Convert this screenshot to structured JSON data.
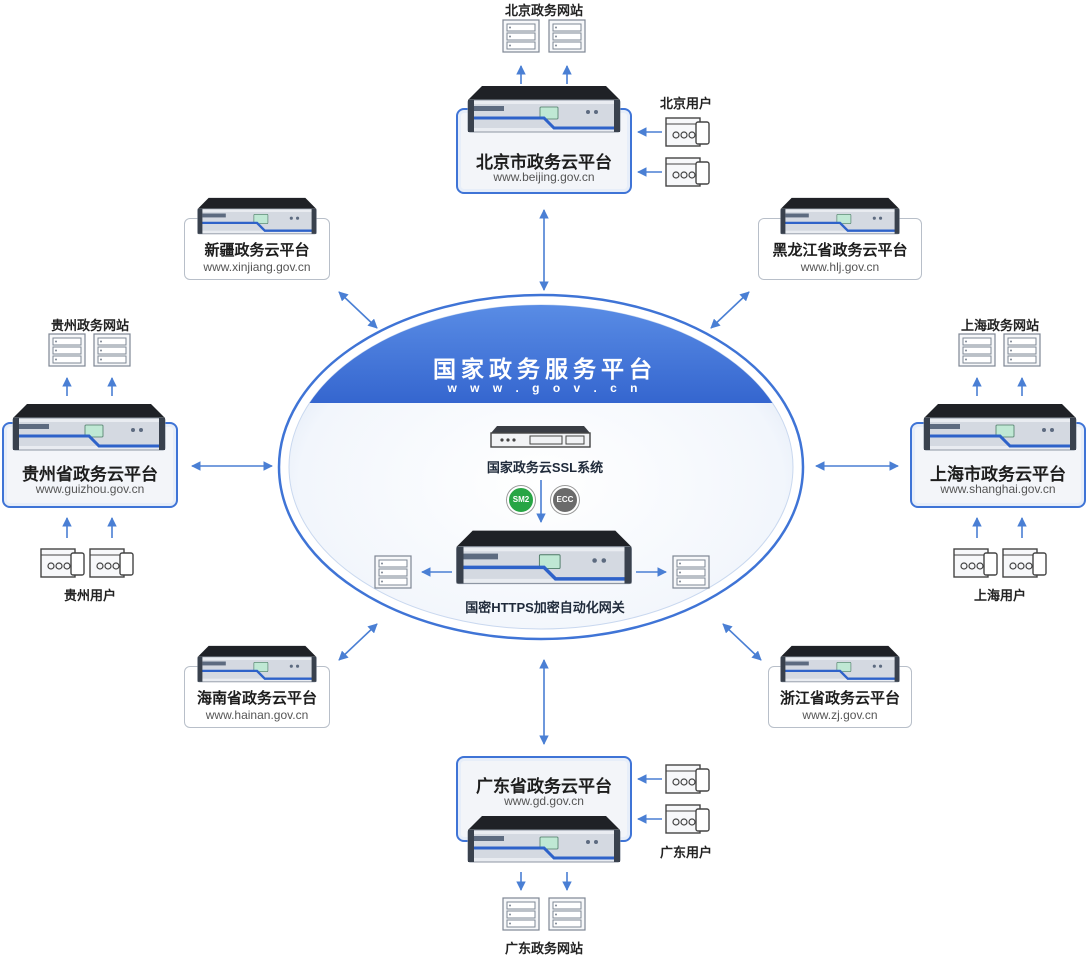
{
  "center": {
    "title": "国家政务服务平台",
    "url": "w w w . g o v . c n",
    "ssl_system": "国家政务云SSL系统",
    "gateway": "国密HTTPS加密自动化网关",
    "badges": [
      "SM2",
      "ECC"
    ]
  },
  "platforms": {
    "beijing": {
      "title": "北京市政务云平台",
      "url": "www.beijing.gov.cn",
      "sites": "北京政务网站",
      "users": "北京用户"
    },
    "guizhou": {
      "title": "贵州省政务云平台",
      "url": "www.guizhou.gov.cn",
      "sites": "贵州政务网站",
      "users": "贵州用户"
    },
    "shanghai": {
      "title": "上海市政务云平台",
      "url": "www.shanghai.gov.cn",
      "sites": "上海政务网站",
      "users": "上海用户"
    },
    "guangdong": {
      "title": "广东省政务云平台",
      "url": "www.gd.gov.cn",
      "sites": "广东政务网站",
      "users": "广东用户"
    },
    "xinjiang": {
      "title": "新疆政务云平台",
      "url": "www.xinjiang.gov.cn"
    },
    "heilongjiang": {
      "title": "黑龙江省政务云平台",
      "url": "www.hlj.gov.cn"
    },
    "hainan": {
      "title": "海南省政务云平台",
      "url": "www.hainan.gov.cn"
    },
    "zhejiang": {
      "title": "浙江省政务云平台",
      "url": "www.zj.gov.cn"
    }
  },
  "colors": {
    "accent": "#3f74d6",
    "arrow": "#4a7fd4",
    "server_body": "#2b2d33",
    "server_stripe": "#2e62c9"
  }
}
